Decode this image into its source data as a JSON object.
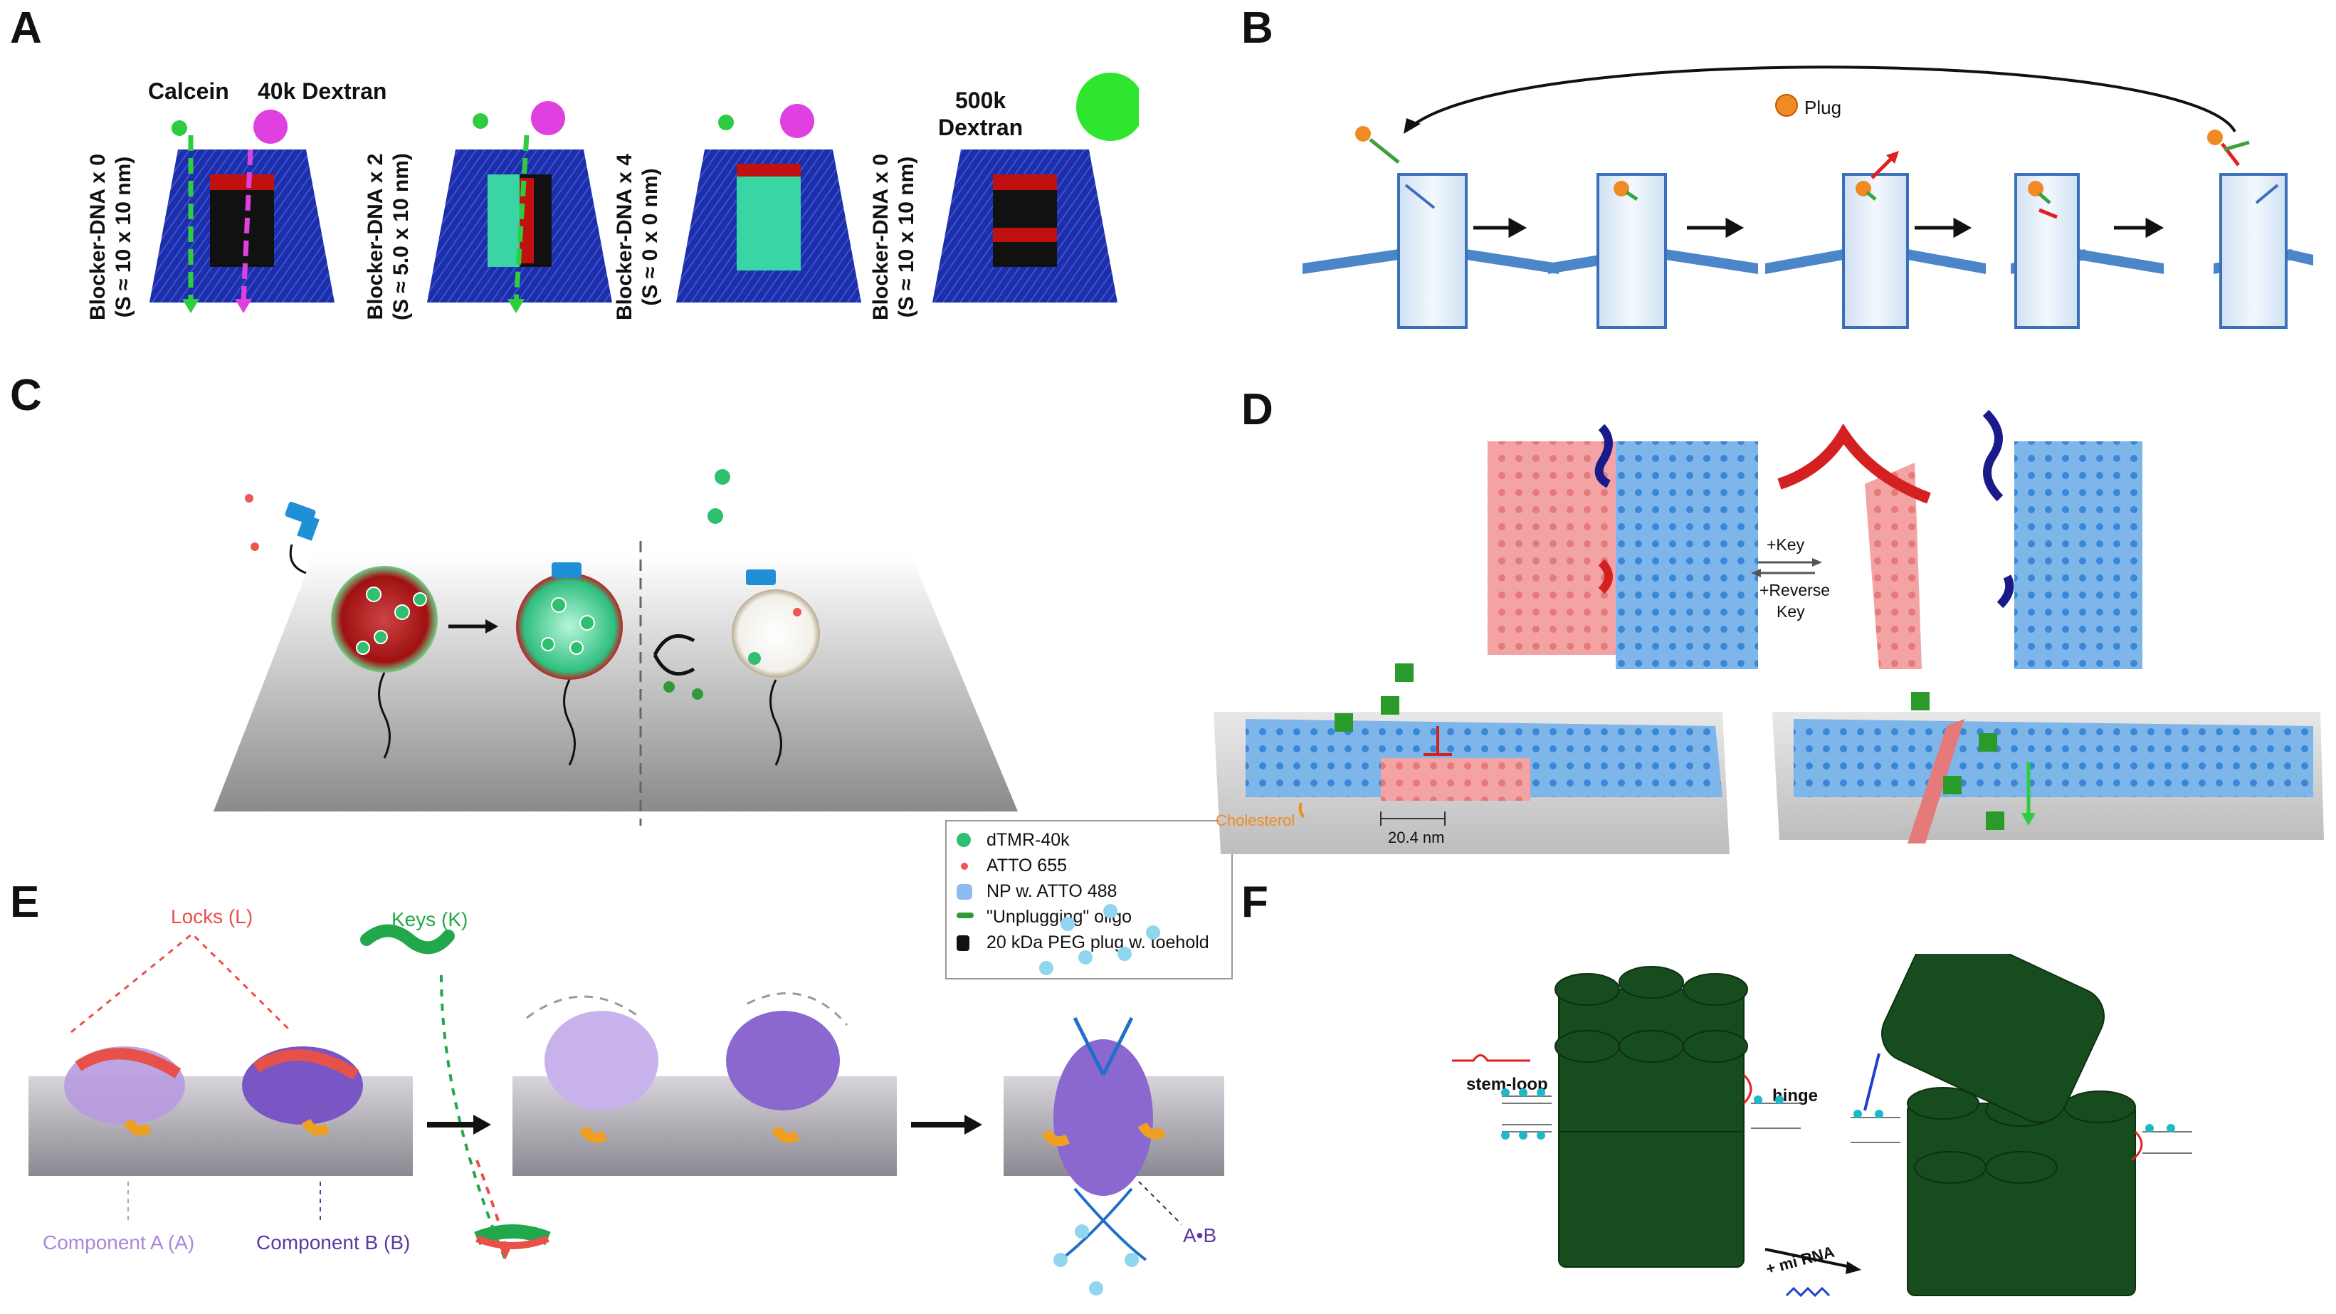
{
  "panels": {
    "a": {
      "label": "A",
      "top": {
        "calcein": "Calcein",
        "dextran40": "40k Dextran",
        "dextran500": "500k\nDextran"
      },
      "states": [
        {
          "line1": "Blocker-DNA x 0",
          "line2": "(S ≈ 10 x 10 nm)"
        },
        {
          "line1": "Blocker-DNA x 2",
          "line2": "(S ≈ 5.0 x 10 nm)"
        },
        {
          "line1": "Blocker-DNA x 4",
          "line2": "(S ≈ 0 x 0 nm)"
        },
        {
          "line1": "Blocker-DNA x 0",
          "line2": "(S ≈ 10 x 10 nm)"
        }
      ]
    },
    "b": {
      "label": "B",
      "plug": "Plug"
    },
    "c": {
      "label": "C",
      "legend": [
        "dTMR-40k",
        "ATTO 655",
        "NP w. ATTO 488",
        "\"Unplugging\" oligo",
        "20 kDa PEG plug w. toehold"
      ]
    },
    "d": {
      "label": "D",
      "key": "+Key",
      "reverse": "+Reverse",
      "reverse2": "Key",
      "cholesterol": "Cholesterol",
      "width": "20.4 nm"
    },
    "e": {
      "label": "E",
      "locks": "Locks (L)",
      "keys": "Keys (K)",
      "compA": "Component A (A)",
      "compB": "Component B (B)",
      "complex": "A•B"
    },
    "f": {
      "label": "F",
      "stemloop": "stem-loop",
      "hinge": "hinge",
      "mirna": "+ mi RNA"
    }
  },
  "colors": {
    "dna_blue": "#1d2fa8",
    "red": "#d42020",
    "green": "#2ecc40",
    "magenta": "#e040e0",
    "pore_blue": "#4a86c8",
    "orange": "#f08a24",
    "dark_green": "#174d1e",
    "lock_red": "#e8504a",
    "key_green": "#22a84a",
    "purple": "#7a55c4",
    "light_purple": "#b89ae0"
  }
}
